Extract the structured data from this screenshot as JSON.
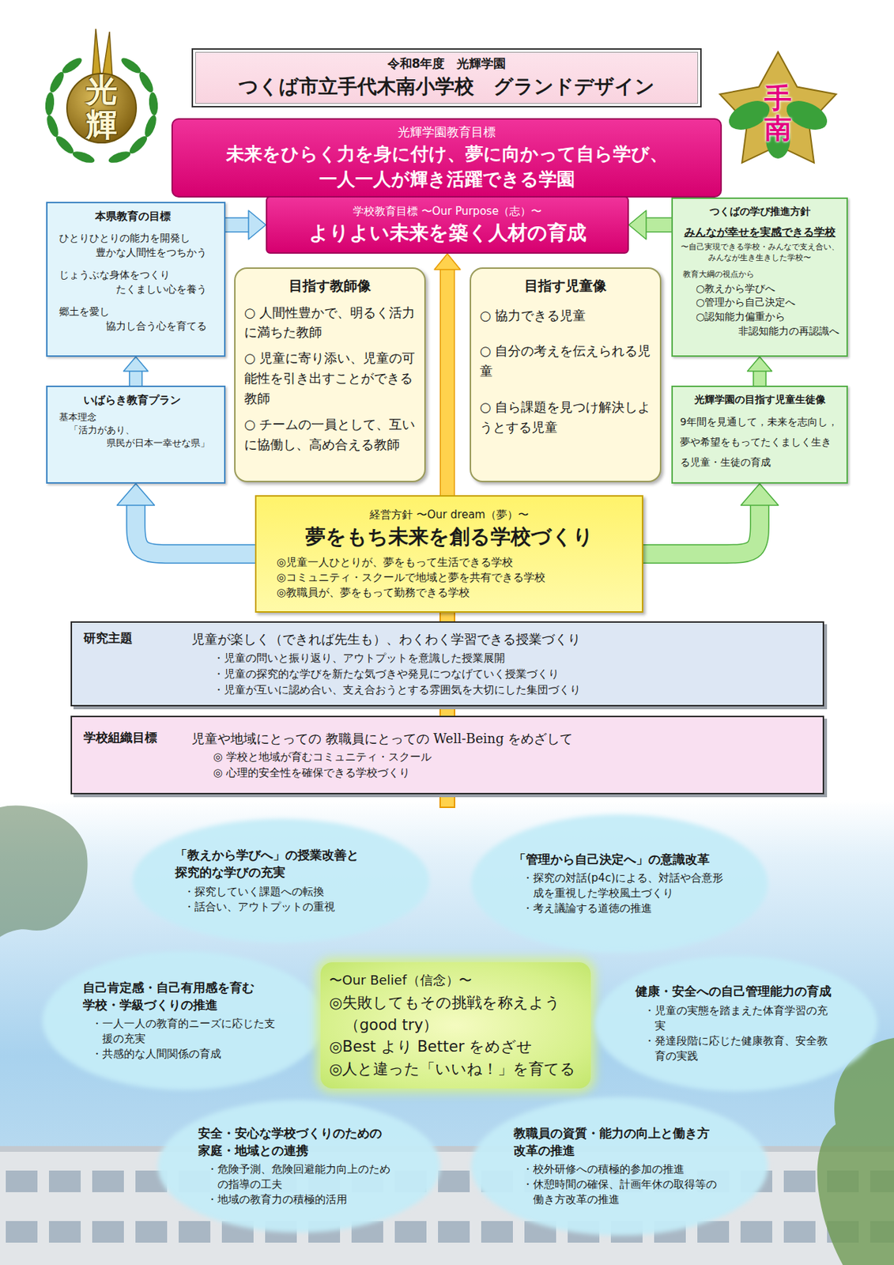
{
  "diagram": {
    "nodes": [
      {
        "text": [
          "令和8年度　光輝学園",
          "つくば市立手代木南小学校　グランドデザイン"
        ]
      },
      {
        "text": [
          "光輝学園教育目標",
          "未来をひらく力を身に付け、夢に向かって自ら学び、 一人一人が輝き活躍できる学園"
        ]
      },
      {
        "text": [
          "本県教育の目標",
          "ひとりひとりの能力を開発し 豊かな人間性をつちかう",
          "じょうぶな身体をつくり たくましい心を養う",
          "郷土を愛し 協力し合う心を育てる"
        ]
      },
      {
        "text": [
          "学校教育目標 〜Our Purpose（志）〜",
          "よりよい未来を築く人材の育成"
        ]
      },
      {
        "text": [
          "つくばの学び推進方針",
          "みんなが幸せを実感できる学校",
          "〜自己実現できる学校・みんなで支え合い、みんなが生き生きした学校〜",
          "教育大綱の視点から",
          "○教えから学びへ",
          "○管理から自己決定へ",
          "○認知能力偏重から 非認知能力の再認識へ"
        ]
      },
      {
        "text": [
          "目指す教師像",
          "○ 人間性豊かで、明るく活力に満ちた教師",
          "○ 児童に寄り添い、児童の可能性を引き出すことができる教師",
          "○ チームの一員として、互いに協働し、高め合える教師"
        ]
      },
      {
        "text": [
          "目指す児童像",
          "○ 協力できる児童",
          "○ 自分の考えを伝えられる児童",
          "○ 自ら課題を見つけ解決しようとする児童"
        ]
      },
      {
        "text": [
          "いばらき教育プラン",
          "基本理念",
          "「活力があり、 県民が日本一幸せな県」"
        ]
      },
      {
        "text": [
          "光輝学園の目指す児童生徒像",
          "9年間を見通して，未来を志向し，夢や希望をもってたくましく生きる児童・生徒の育成"
        ]
      },
      {
        "text": [
          "経営方針 〜Our dream（夢）〜",
          "夢をもち未来を創る学校づくり",
          "◎児童一人ひとりが、夢をもって生活できる学校",
          "◎コミュニティ・スクールで地域と夢を共有できる学校",
          "◎教職員が、夢をもって勤務できる学校"
        ]
      },
      {
        "text": [
          "研究主題",
          "児童が楽しく（できれば先生も）、わくわく学習できる授業づくり",
          "・児童の問いと振り返り、アウトプットを意識した授業展開",
          "・児童の探究的な学びを新たな気づきや発見につなげていく授業づくり",
          "・児童が互いに認め合い、支え合おうとする雰囲気を大切にした集団づくり"
        ]
      },
      {
        "text": [
          "学校組織目標",
          "児童や地域にとっての 教職員にとっての Well-Being をめざして",
          "◎ 学校と地域が育むコミュニティ・スクール",
          "◎ 心理的安全性を確保できる学校づくり"
        ]
      },
      {
        "text": [
          "「教えから学びへ」の授業改善と 探究的な学びの充実",
          "・探究していく課題への転換",
          "・話合い、アウトプットの重視"
        ]
      },
      {
        "text": [
          "「管理から自己決定へ」の意識改革",
          "・探究の対話(p4c)による、対話や合意形成を重視した学校風土づくり",
          "・考え議論する道徳の推進"
        ]
      },
      {
        "text": [
          "自己肯定感・自己有用感を育む 学校・学級づくりの推進",
          "・一人一人の教育的ニーズに応じた支援の充実",
          "・共感的な人間関係の育成"
        ]
      },
      {
        "text": [
          "〜Our Belief（信念）〜",
          "◎失敗してもその挑戦を称えよう （good try）",
          "◎Best より Better をめざせ",
          "◎人と違った「いいね！」を育てる"
        ]
      },
      {
        "text": [
          "健康・安全への自己管理能力の育成",
          "・児童の実態を踏まえた体育学習の充実",
          "・発達段階に応じた健康教育、安全教育の実践"
        ]
      },
      {
        "text": [
          "安全・安心な学校づくりのための 家庭・地域との連携",
          "・危険予測、危険回避能力向上のための指導の工夫",
          "・地域の教育力の積極的活用"
        ]
      },
      {
        "text": [
          "教職員の資質・能力の向上と働き方 改革の推進",
          "・校外研修への積極的参加の推進",
          "・休憩時間の確保、計画年休の取得等の働き方改革の推進"
        ]
      }
    ],
    "edges": [
      {
        "from": 2,
        "to": 3,
        "arrow": "to"
      },
      {
        "from": 4,
        "to": 3,
        "arrow": "to"
      },
      {
        "from": 7,
        "to": 2,
        "arrow": "to"
      },
      {
        "from": 8,
        "to": 4,
        "arrow": "to"
      },
      {
        "from": 9,
        "to": 7,
        "arrow": "to"
      },
      {
        "from": 9,
        "to": 8,
        "arrow": "to"
      },
      {
        "from": 9,
        "to": 3,
        "arrow": "to"
      }
    ],
    "labels": [
      "光輝",
      "手南"
    ]
  }
}
